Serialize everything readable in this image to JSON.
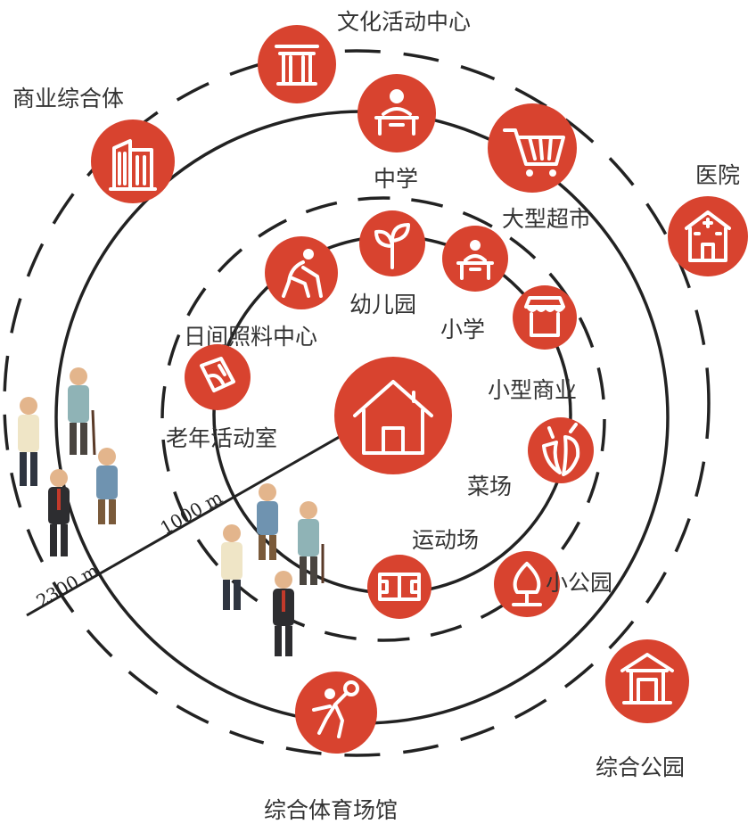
{
  "colors": {
    "accent": "#d8432f",
    "line": "#222222"
  },
  "labels": {
    "culture_center": "文化活动中心",
    "commercial_complex": "商业综合体",
    "middle_school": "中学",
    "supermarket": "大型超市",
    "hospital": "医院",
    "kindergarten": "幼儿园",
    "primary_school": "小学",
    "day_care_center": "日间照料中心",
    "small_business": "小型商业",
    "senior_activity_room": "老年活动室",
    "vegetable_market": "菜场",
    "sports_field": "运动场",
    "small_park": "小公园",
    "comprehensive_park": "综合公园",
    "sports_complex": "综合体育场馆"
  },
  "distances": {
    "inner": "1000 m",
    "outer": "2300 m"
  },
  "icons": [
    "home-icon",
    "culture-column-icon",
    "building-icon",
    "teacher-desk-icon",
    "shopping-cart-icon",
    "hospital-icon",
    "elderly-walker-icon",
    "sprout-icon",
    "teacher-desk-icon",
    "shop-awning-icon",
    "hands-care-icon",
    "vegetables-icon",
    "sports-field-icon",
    "tree-icon",
    "pavilion-icon",
    "tennis-player-icon"
  ]
}
